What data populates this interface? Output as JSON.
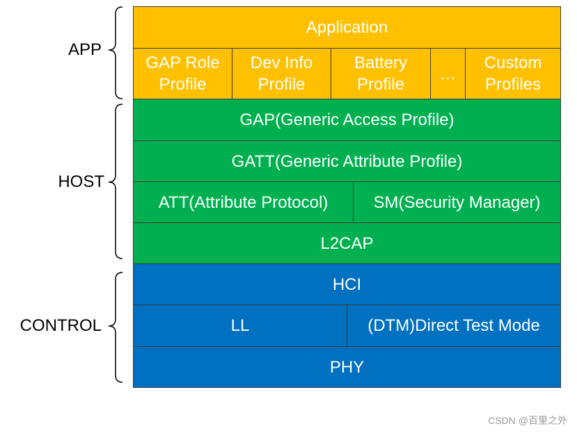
{
  "groups": {
    "app": "APP",
    "host": "HOST",
    "control": "CONTROL"
  },
  "app": {
    "application": "Application",
    "profiles": [
      "GAP Role\nProfile",
      "Dev Info\nProfile",
      "Battery\nProfile",
      "…",
      "Custom\nProfiles"
    ]
  },
  "host": {
    "gap": "GAP(Generic Access Profile)",
    "gatt": "GATT(Generic Attribute Profile)",
    "att": "ATT(Attribute Protocol)",
    "sm": "SM(Security Manager)",
    "l2cap": "L2CAP"
  },
  "control": {
    "hci": "HCI",
    "ll": "LL",
    "dtm": "(DTM)Direct Test Mode",
    "phy": "PHY"
  },
  "colors": {
    "app": "#ffc000",
    "host": "#00b050",
    "control": "#0070c0"
  },
  "watermark": "CSDN @百里之外"
}
